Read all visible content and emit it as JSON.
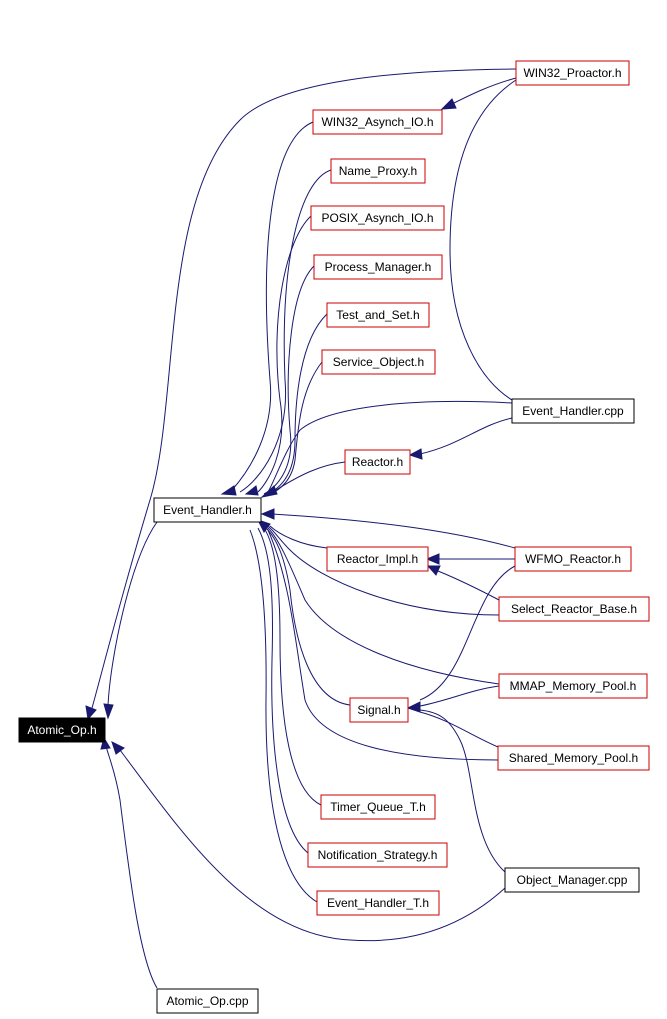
{
  "graph": {
    "nodes": {
      "atomic_op_h": "Atomic_Op.h",
      "event_handler_h": "Event_Handler.h",
      "win32_proactor_h": "WIN32_Proactor.h",
      "win32_asynch_io_h": "WIN32_Asynch_IO.h",
      "name_proxy_h": "Name_Proxy.h",
      "posix_asynch_io_h": "POSIX_Asynch_IO.h",
      "process_manager_h": "Process_Manager.h",
      "test_and_set_h": "Test_and_Set.h",
      "service_object_h": "Service_Object.h",
      "event_handler_cpp": "Event_Handler.cpp",
      "reactor_h": "Reactor.h",
      "reactor_impl_h": "Reactor_Impl.h",
      "wfmo_reactor_h": "WFMO_Reactor.h",
      "select_reactor_base_h": "Select_Reactor_Base.h",
      "mmap_memory_pool_h": "MMAP_Memory_Pool.h",
      "signal_h": "Signal.h",
      "shared_memory_pool_h": "Shared_Memory_Pool.h",
      "timer_queue_t_h": "Timer_Queue_T.h",
      "notification_strategy_h": "Notification_Strategy.h",
      "object_manager_cpp": "Object_Manager.cpp",
      "event_handler_t_h": "Event_Handler_T.h",
      "atomic_op_cpp": "Atomic_Op.cpp"
    },
    "colors": {
      "edge": "#191970",
      "documented_border": "#cc0000",
      "undocumented_border": "#000000",
      "root_fill": "#000000",
      "root_text": "#ffffff"
    }
  }
}
